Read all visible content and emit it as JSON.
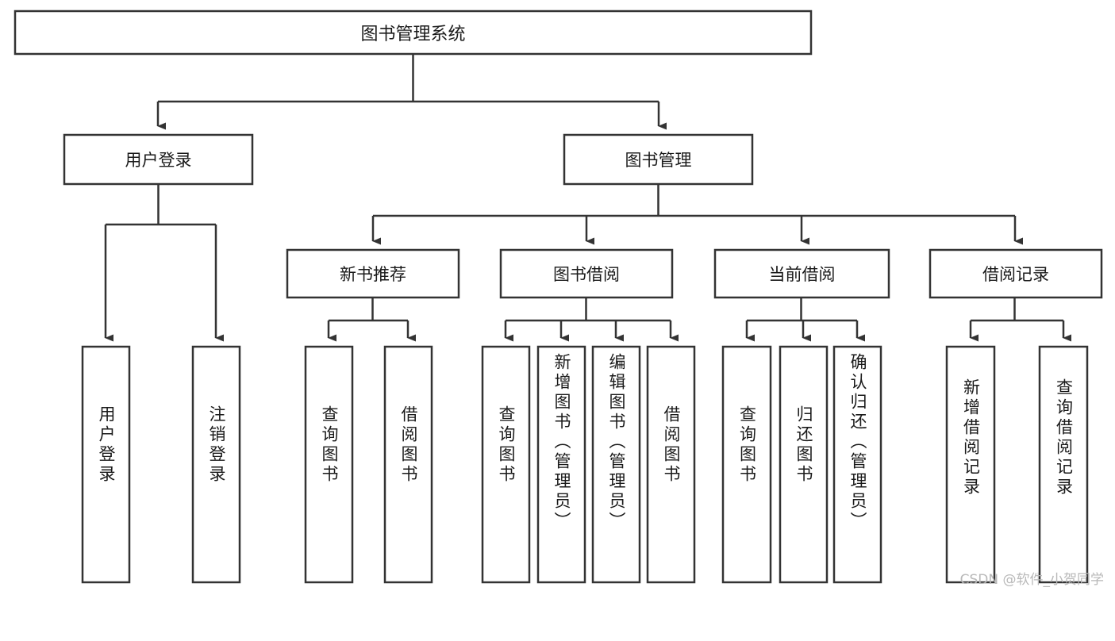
{
  "diagram": {
    "type": "tree",
    "title": "图书管理系统",
    "watermark": "CSDN @软件_小贺同学",
    "colors": {
      "box_stroke": "#333333",
      "box_fill": "#ffffff",
      "connector": "#333333",
      "text": "#1a1a1a",
      "watermark": "#b8b8b8"
    },
    "levels": {
      "root": {
        "label": "图书管理系统"
      },
      "level2": [
        {
          "id": "user-login",
          "label": "用户登录"
        },
        {
          "id": "book-management",
          "label": "图书管理"
        }
      ],
      "level3": [
        {
          "id": "new-book-recommend",
          "label": "新书推荐"
        },
        {
          "id": "book-borrow",
          "label": "图书借阅"
        },
        {
          "id": "current-borrow",
          "label": "当前借阅"
        },
        {
          "id": "borrow-record",
          "label": "借阅记录"
        }
      ],
      "leaves": {
        "user-login": [
          {
            "id": "leaf-user-login",
            "label": "用户登录"
          },
          {
            "id": "leaf-user-logout",
            "label": "注销登录"
          }
        ],
        "new-book-recommend": [
          {
            "id": "leaf-query-book-1",
            "label": "查询图书"
          },
          {
            "id": "leaf-borrow-book-1",
            "label": "借阅图书"
          }
        ],
        "book-borrow": [
          {
            "id": "leaf-query-book-2",
            "label": "查询图书"
          },
          {
            "id": "leaf-add-book",
            "label": "新增图书（管理员）"
          },
          {
            "id": "leaf-edit-book",
            "label": "编辑图书（管理员）"
          },
          {
            "id": "leaf-borrow-book-2",
            "label": "借阅图书"
          }
        ],
        "current-borrow": [
          {
            "id": "leaf-query-book-3",
            "label": "查询图书"
          },
          {
            "id": "leaf-return-book",
            "label": "归还图书"
          },
          {
            "id": "leaf-confirm-return",
            "label": "确认归还（管理员）"
          }
        ],
        "borrow-record": [
          {
            "id": "leaf-add-record",
            "label": "新增借阅记录"
          },
          {
            "id": "leaf-query-record",
            "label": "查询借阅记录"
          }
        ]
      }
    }
  }
}
